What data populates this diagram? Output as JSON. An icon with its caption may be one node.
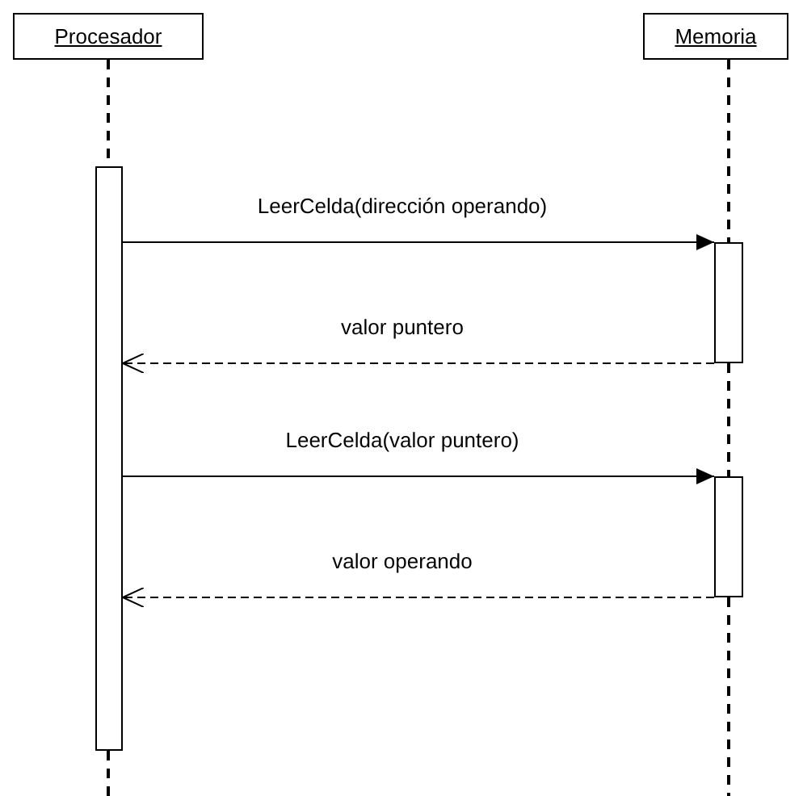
{
  "diagram": {
    "nodes": [
      {
        "text": [
          "Procesador"
        ]
      },
      {
        "text": [
          "Memoria"
        ]
      },
      {
        "text": [],
        "shape": "bar"
      },
      {
        "text": [],
        "shape": "bar"
      },
      {
        "text": [],
        "shape": "bar"
      }
    ],
    "edges": [
      {
        "from": 0,
        "to": 2,
        "arrow": "none",
        "style": "dashed"
      },
      {
        "from": 1,
        "to": 3,
        "arrow": "none",
        "style": "dashed"
      },
      {
        "from": 3,
        "to": 4,
        "arrow": "none",
        "style": "dashed"
      },
      {
        "from": 2,
        "to": 3,
        "arrow": "to",
        "label": "LeerCelda(dirección operando)"
      },
      {
        "from": 3,
        "to": 2,
        "arrow": "to",
        "style": "dashed",
        "label": "valor puntero"
      },
      {
        "from": 2,
        "to": 4,
        "arrow": "to",
        "label": "LeerCelda(valor puntero)"
      },
      {
        "from": 4,
        "to": 2,
        "arrow": "to",
        "style": "dashed",
        "label": "valor operando"
      }
    ]
  }
}
